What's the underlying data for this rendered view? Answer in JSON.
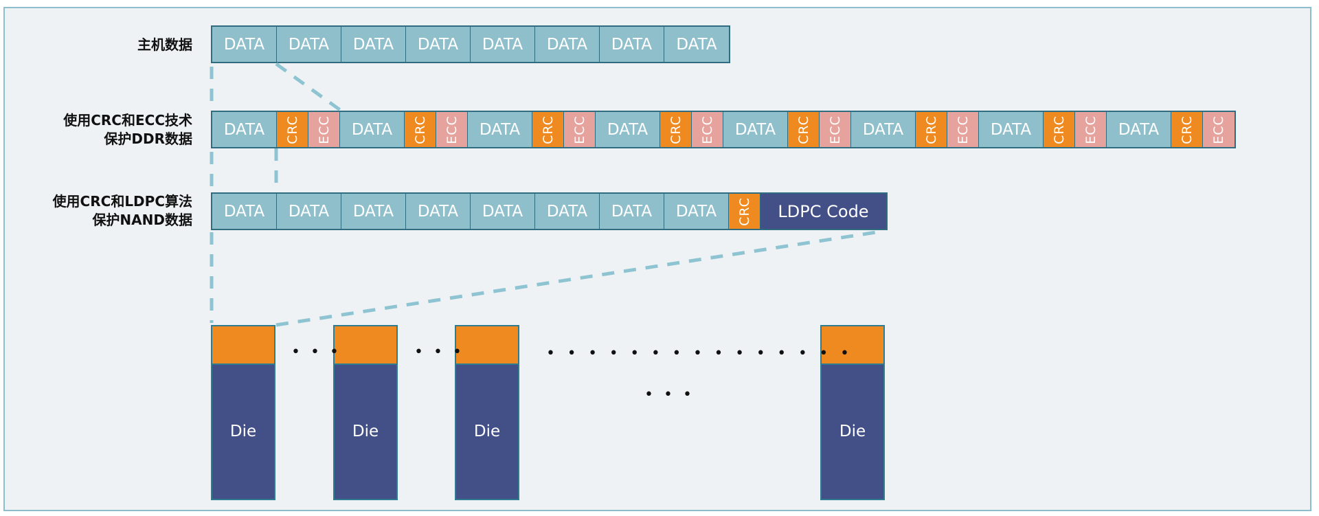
{
  "diagram": {
    "rows": [
      {
        "id": "host",
        "label_lines": [
          "主机数据"
        ],
        "cells": [
          {
            "type": "data",
            "text": "DATA"
          },
          {
            "type": "data",
            "text": "DATA"
          },
          {
            "type": "data",
            "text": "DATA"
          },
          {
            "type": "data",
            "text": "DATA"
          },
          {
            "type": "data",
            "text": "DATA"
          },
          {
            "type": "data",
            "text": "DATA"
          },
          {
            "type": "data",
            "text": "DATA"
          },
          {
            "type": "data",
            "text": "DATA"
          }
        ]
      },
      {
        "id": "ddr",
        "label_lines": [
          "使用CRC和ECC技术",
          "保护DDR数据"
        ],
        "cells": [
          {
            "type": "data",
            "text": "DATA"
          },
          {
            "type": "crc",
            "text": "CRC"
          },
          {
            "type": "ecc",
            "text": "ECC"
          },
          {
            "type": "data",
            "text": "DATA"
          },
          {
            "type": "crc",
            "text": "CRC"
          },
          {
            "type": "ecc",
            "text": "ECC"
          },
          {
            "type": "data",
            "text": "DATA"
          },
          {
            "type": "crc",
            "text": "CRC"
          },
          {
            "type": "ecc",
            "text": "ECC"
          },
          {
            "type": "data",
            "text": "DATA"
          },
          {
            "type": "crc",
            "text": "CRC"
          },
          {
            "type": "ecc",
            "text": "ECC"
          },
          {
            "type": "data",
            "text": "DATA"
          },
          {
            "type": "crc",
            "text": "CRC"
          },
          {
            "type": "ecc",
            "text": "ECC"
          },
          {
            "type": "data",
            "text": "DATA"
          },
          {
            "type": "crc",
            "text": "CRC"
          },
          {
            "type": "ecc",
            "text": "ECC"
          },
          {
            "type": "data",
            "text": "DATA"
          },
          {
            "type": "crc",
            "text": "CRC"
          },
          {
            "type": "ecc",
            "text": "ECC"
          },
          {
            "type": "data",
            "text": "DATA"
          },
          {
            "type": "crc",
            "text": "CRC"
          },
          {
            "type": "ecc",
            "text": "ECC"
          }
        ]
      },
      {
        "id": "nand",
        "label_lines": [
          "使用CRC和LDPC算法",
          "保护NAND数据"
        ],
        "cells": [
          {
            "type": "data",
            "text": "DATA"
          },
          {
            "type": "data",
            "text": "DATA"
          },
          {
            "type": "data",
            "text": "DATA"
          },
          {
            "type": "data",
            "text": "DATA"
          },
          {
            "type": "data",
            "text": "DATA"
          },
          {
            "type": "data",
            "text": "DATA"
          },
          {
            "type": "data",
            "text": "DATA"
          },
          {
            "type": "data",
            "text": "DATA"
          },
          {
            "type": "crc",
            "text": "CRC"
          },
          {
            "type": "ldpc",
            "text": "LDPC Code"
          }
        ]
      }
    ],
    "dies": [
      {
        "label": "Die"
      },
      {
        "label": "Die"
      },
      {
        "label": "Die"
      },
      {
        "label": "Die"
      }
    ],
    "ellipses": {
      "between_die_1_2": "• • •",
      "between_die_2_3": "• • •",
      "long_row": "• • • • • • • • • • • • • • •",
      "lower": "• • •"
    },
    "colors": {
      "data": "#8ebfcb",
      "crc": "#ef8a21",
      "ecc": "#e6a39d",
      "ldpc": "#434f87",
      "die": "#434f87",
      "die_top": "#ef8a21",
      "dashed_line": "#8ec4d2"
    }
  }
}
